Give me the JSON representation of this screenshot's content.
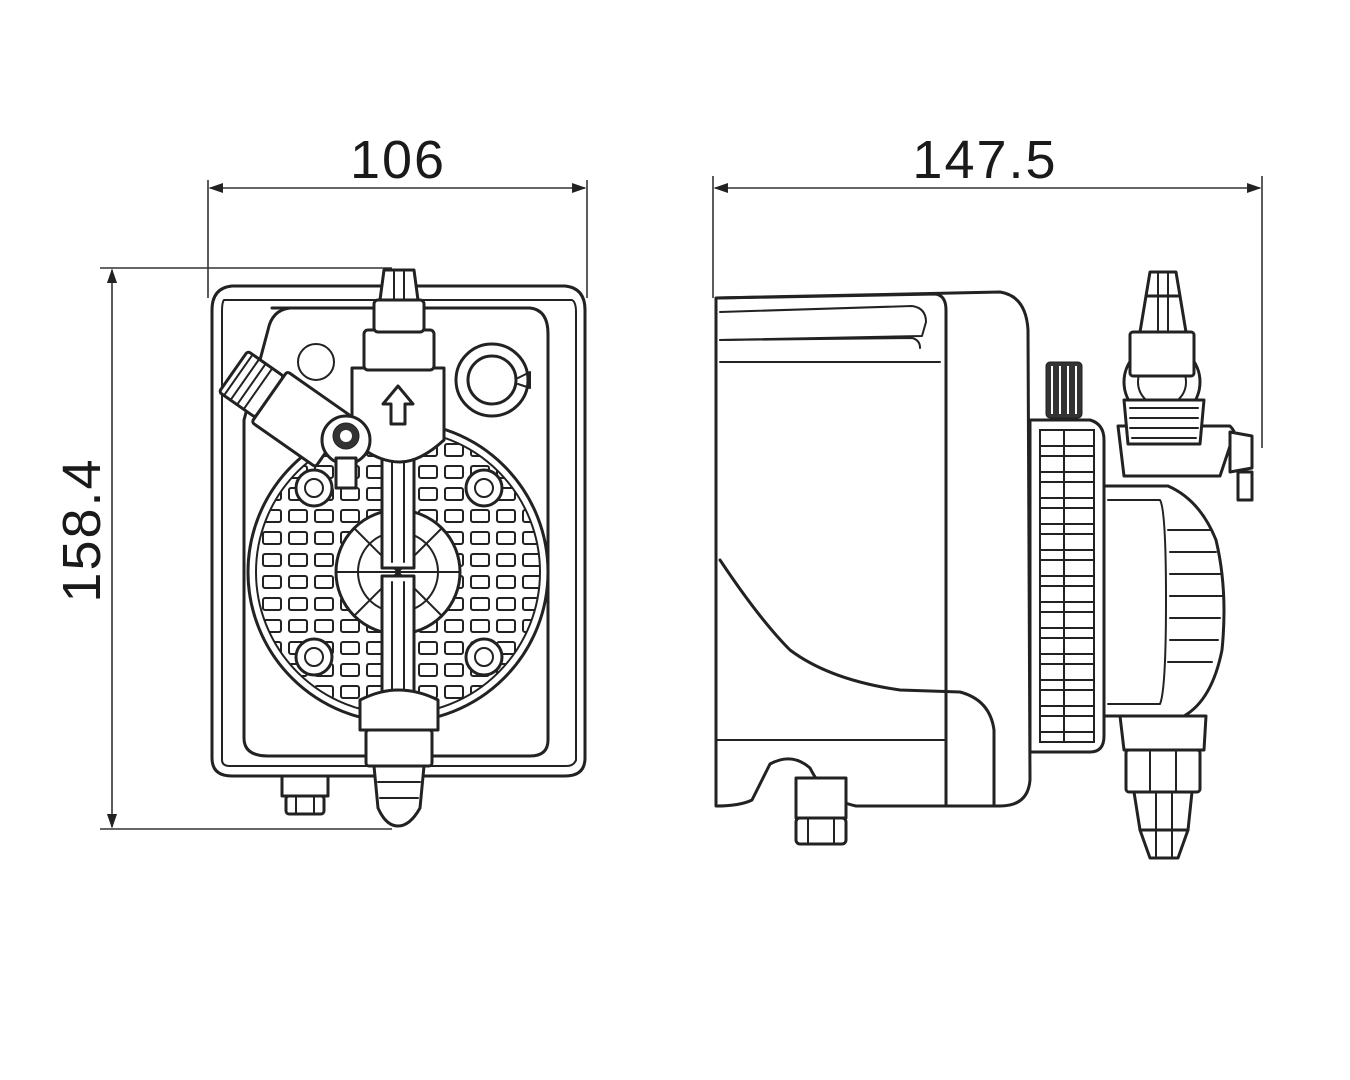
{
  "dimensions": {
    "front_width": "106",
    "side_depth": "147.5",
    "height": "158.4"
  },
  "colors": {
    "line": "#222222",
    "background": "#ffffff"
  }
}
